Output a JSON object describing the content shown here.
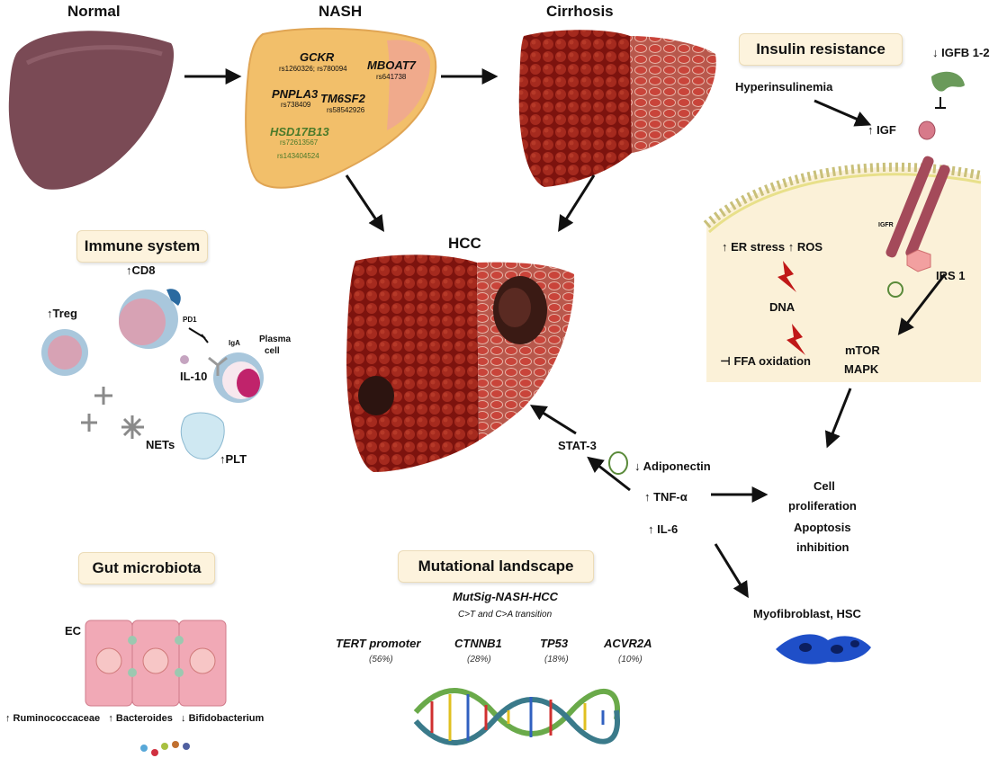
{
  "stages": {
    "normal": "Normal",
    "nash": "NASH",
    "cirrhosis": "Cirrhosis",
    "hcc": "HCC"
  },
  "nash_genes": [
    {
      "gene": "GCKR",
      "snp": "rs1260326; rs780094"
    },
    {
      "gene": "PNPLA3",
      "snp": "rs738409"
    },
    {
      "gene": "TM6SF2",
      "snp": "rs58542926"
    },
    {
      "gene": "MBOAT7",
      "snp": "rs641738"
    },
    {
      "gene": "HSD17B13",
      "snp": "rs72613567",
      "snp2": "rs143404524"
    }
  ],
  "insulin": {
    "title": "Insulin resistance",
    "igfb": "↓  IGFB 1-2",
    "hyper": "Hyperinsulinemia",
    "igf": "↑ IGF",
    "igfr": "IGFR",
    "er_ros": "↑ ER stress ↑ ROS",
    "irs1": "IRS 1",
    "dna": "DNA",
    "ffa": "⊣   FFA oxidation",
    "mtor": "mTOR",
    "mapk": "MAPK"
  },
  "immune": {
    "title": "Immune system",
    "cd8": "↑CD8",
    "treg": "↑Treg",
    "pd1": "PD1",
    "iga": "IgA",
    "plasma1": "Plasma",
    "plasma2": "cell",
    "il10": "IL-10",
    "nets": "NETs",
    "plt": "↑PLT"
  },
  "signaling": {
    "stat3": "STAT-3",
    "adiponectin": "↓  Adiponectin",
    "tnf": "↑ TNF-α",
    "il6": "↑ IL-6",
    "cell1": "Cell",
    "cell2": "proliferation",
    "cell3": "Apoptosis",
    "cell4": "inhibition",
    "myo": "Myofibroblast, HSC"
  },
  "gut": {
    "title": "Gut microbiota",
    "ec": "EC",
    "bacteria": "↑ Ruminococcaceae   ↑ Bacteroides   ↓ Bifidobacterium"
  },
  "mutational": {
    "title": "Mutational landscape",
    "signature": "MutSig-NASH-HCC",
    "transition": "C>T and C>A transition",
    "genes": [
      {
        "name": "TERT promoter",
        "pct": "(56%)"
      },
      {
        "name": "CTNNB1",
        "pct": "(28%)"
      },
      {
        "name": "TP53",
        "pct": "(18%)"
      },
      {
        "name": "ACVR2A",
        "pct": "(10%)"
      }
    ]
  },
  "colors": {
    "normal_liver": "#7a4a55",
    "nash_liver": "#f2bf6a",
    "cirrhosis_liver": "#8a1a14",
    "box_fill": "#fdf3dd",
    "cell_bg": "#fbf1d8"
  }
}
